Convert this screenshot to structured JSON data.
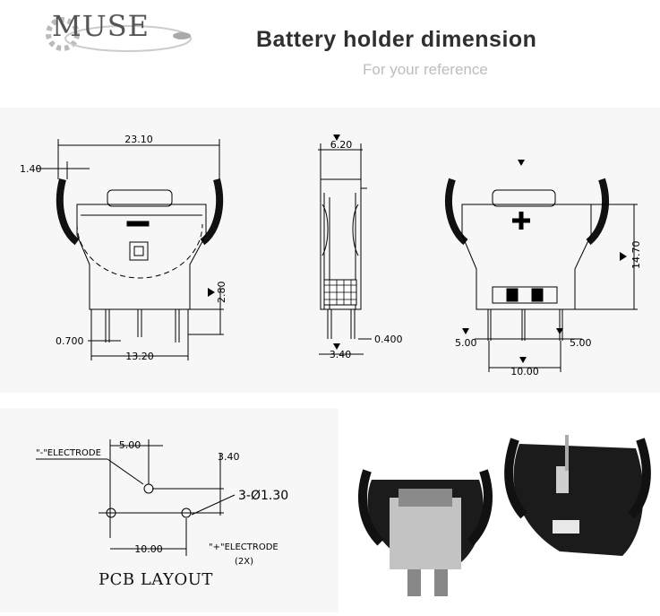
{
  "header": {
    "logo_text": "MUSE",
    "title": "Battery holder dimension",
    "subtitle": "For your reference"
  },
  "front_view": {
    "width": "23.10",
    "wire": "1.40",
    "standoff": "2.80",
    "pin": "0.700",
    "pin_span": "13.20"
  },
  "side_view": {
    "depth": "6.20",
    "base": "3.40",
    "pin": "0.400"
  },
  "back_view": {
    "height": "14.70",
    "left_pitch": "5.00",
    "right_pitch": "5.00",
    "span": "10.00"
  },
  "pcb_layout": {
    "title": "PCB LAYOUT",
    "neg_electrode": "\"-\"ELECTRODE",
    "pos_electrode": "\"+\"ELECTRODE",
    "pos_count": "(2X)",
    "hole_spec": "3-Ø1.30",
    "dim_pitch": "5.00",
    "dim_offset": "3.40",
    "dim_span": "10.00"
  },
  "colors": {
    "ink": "#000000",
    "panel": "#f7f7f7",
    "plastic": "#1a1a1a",
    "metal": "#b9b9b9"
  }
}
